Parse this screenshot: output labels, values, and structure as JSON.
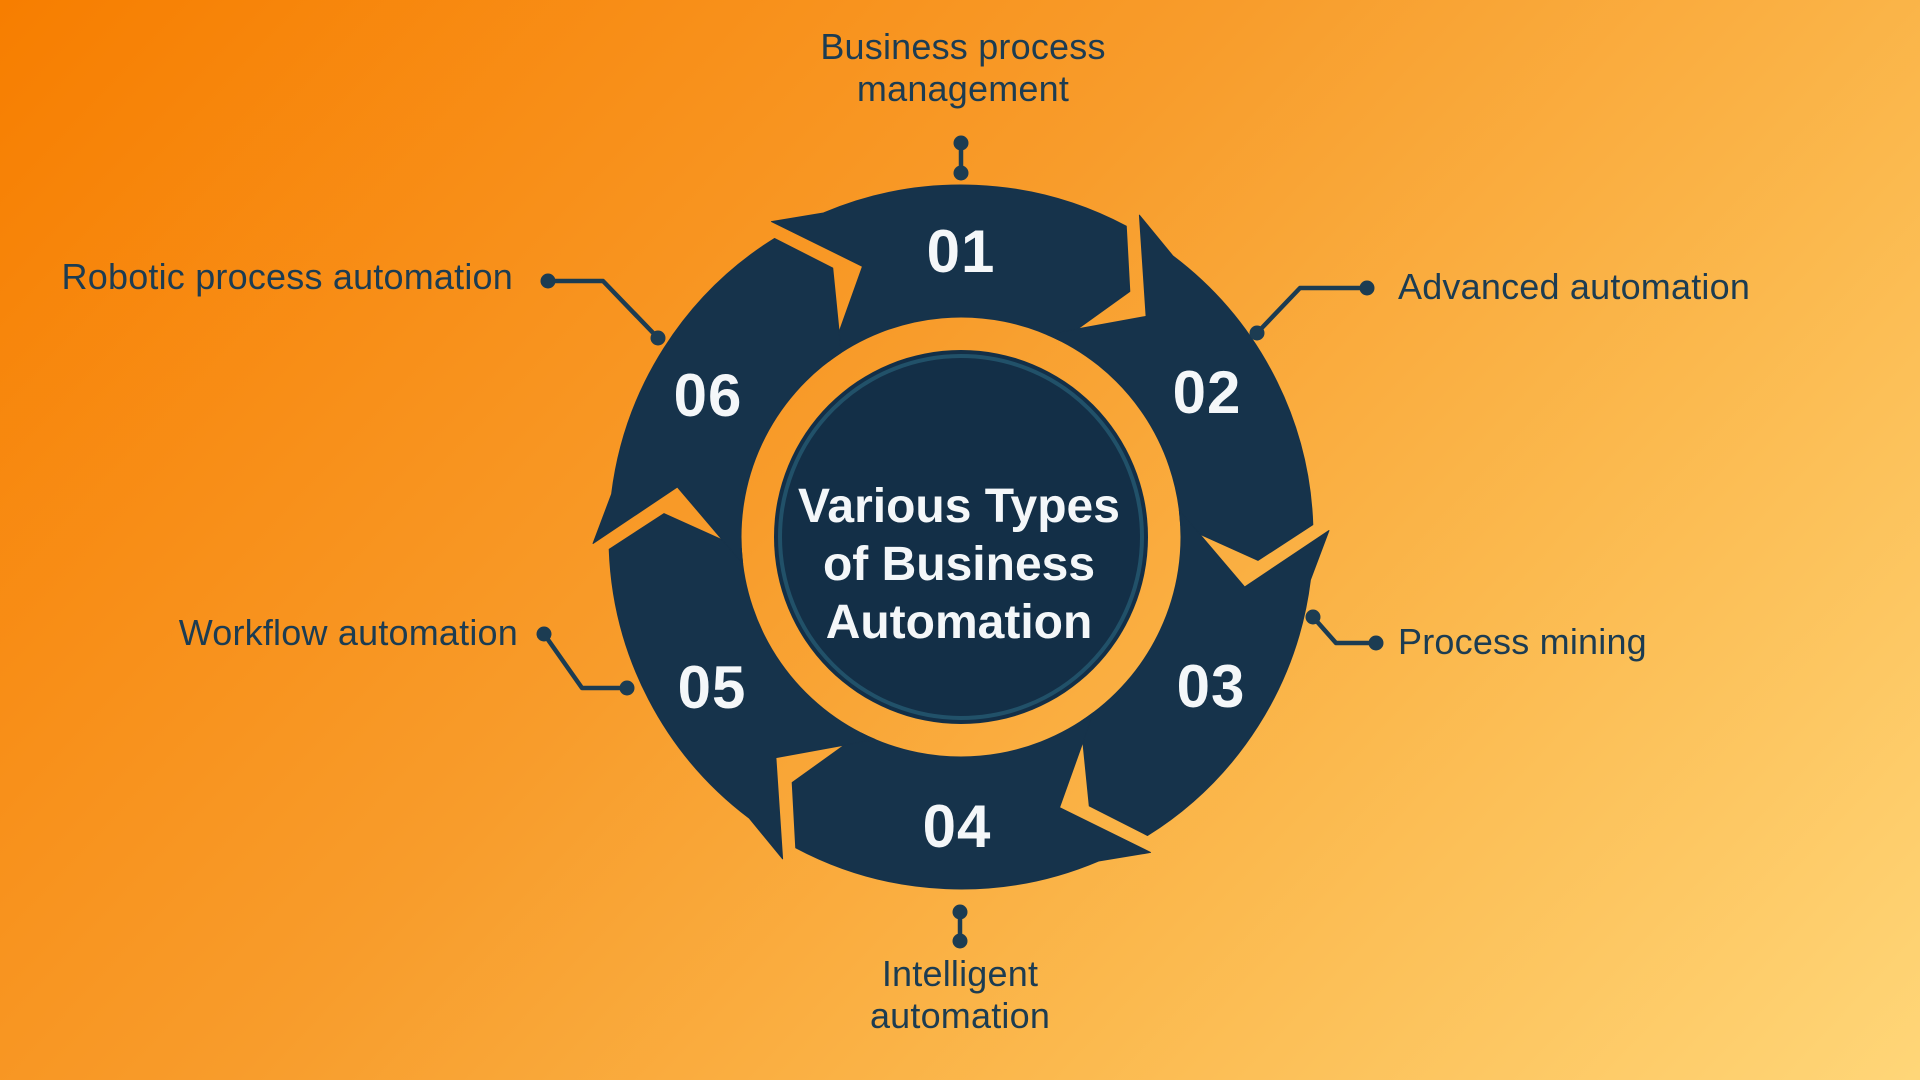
{
  "title": {
    "lines": [
      "Various Types",
      "of Business",
      "Automation"
    ]
  },
  "wheel": {
    "segments": [
      {
        "number": "01",
        "label": "Business process management"
      },
      {
        "number": "02",
        "label": "Advanced automation"
      },
      {
        "number": "03",
        "label": "Process mining"
      },
      {
        "number": "04",
        "label": "Intelligent automation"
      },
      {
        "number": "05",
        "label": "Workflow automation"
      },
      {
        "number": "06",
        "label": "Robotic process automation"
      }
    ]
  },
  "colors": {
    "background_top_left": "#f77e00",
    "background_bottom_right": "#ffd678",
    "segment_navy": "#16334b",
    "center_circle_navy": "#132f47",
    "center_ring": "#265a72",
    "connector": "#1c3c52",
    "light_text": "#f4f7f9",
    "dark_text": "#1c3c52"
  }
}
